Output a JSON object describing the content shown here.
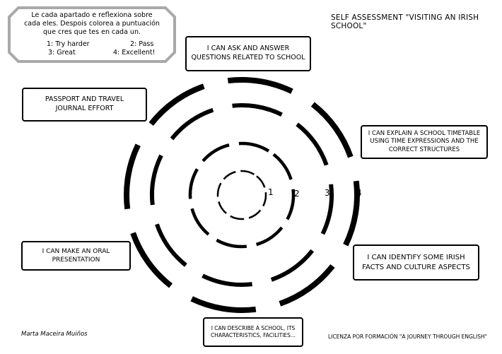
{
  "instructions": {
    "text": "Le cada apartado e reflexiona sobre cada eles. Despois colorea a  puntuación que cres que tes en cada un.",
    "scale": [
      "1: Try harder",
      "2: Pass",
      "3: Great",
      "4: Excellent!"
    ]
  },
  "title": "SELF ASSESSMENT \"VISITING AN IRISH SCHOOL\"",
  "ring_numbers": [
    "1",
    "2",
    "3",
    "4"
  ],
  "statements": {
    "top": [
      "I CAN ASK AND ANSWER",
      "QUESTIONS RELATED TO SCHOOL"
    ],
    "passport": [
      "PASSPORT AND TRAVEL",
      "JOURNAL EFFORT"
    ],
    "timetable": [
      "I CAN EXPLAIN A SCHOOL TIMETABLE",
      "USING TIME EXPRESSIONS AND THE",
      "CORRECT STRUCTURES"
    ],
    "oral": [
      "I CAN MAKE AN ORAL",
      "PRESENTATION"
    ],
    "irish": [
      "I CAN IDENTIFY SOME IRISH",
      "FACTS AND CULTURE ASPECTS"
    ],
    "describe": [
      "I CAN DESCRIBE A SCHOOL, ITS",
      "CHARACTERISTICS, FACILITIES..."
    ]
  },
  "footer": {
    "author": "Marta Maceira Muiños",
    "license": "LICENZA POR FORMACIÓN \"A JOURNEY THROUGH ENGLISH\""
  }
}
